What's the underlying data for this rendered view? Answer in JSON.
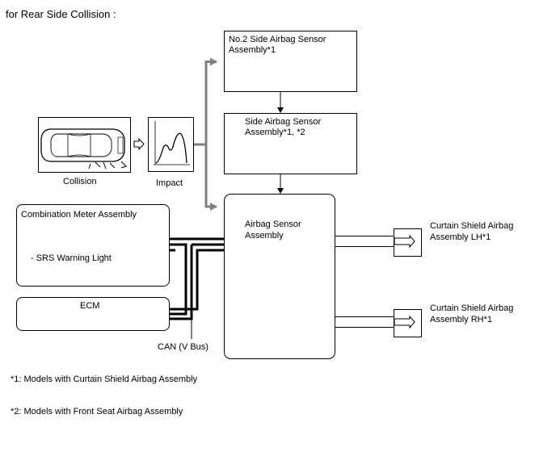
{
  "title": "for Rear Side Collision :",
  "boxes": {
    "no2_side_sensor": [
      "No.2 Side Airbag Sensor",
      "Assembly*1"
    ],
    "side_sensor": [
      "Side Airbag Sensor",
      "Assembly*1, *2"
    ],
    "airbag_sensor": [
      "Airbag Sensor",
      "Assembly"
    ],
    "combination_meter": "Combination Meter Assembly",
    "srs_warning_light": "- SRS Warning Light",
    "ecm": "ECM",
    "curtain_lh": [
      "Curtain Shield Airbag",
      "Assembly LH*1"
    ],
    "curtain_rh": [
      "Curtain Shield Airbag",
      "Assembly RH*1"
    ]
  },
  "labels": {
    "collision": "Collision",
    "impact": "Impact",
    "can_bus": "CAN (V Bus)"
  },
  "footnotes": [
    "*1: Models with Curtain Shield Airbag Assembly",
    "*2: Models with Front Seat Airbag Assembly"
  ],
  "colors": {
    "line": "#000000",
    "arrow_gray": "#808080",
    "background": "#ffffff"
  }
}
